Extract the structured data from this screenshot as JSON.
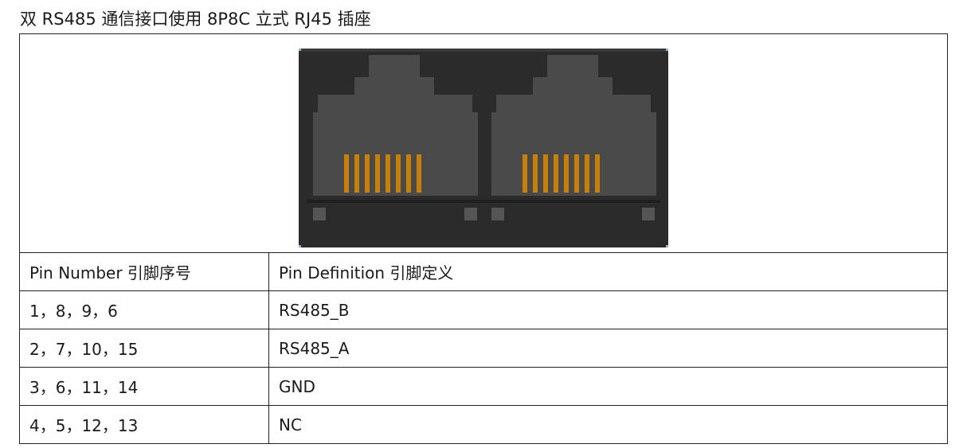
{
  "document": {
    "title": "双 RS485 通信接口使用 8P8C 立式 RJ45 插座"
  },
  "figure": {
    "icon": "rj45-dual-jack-icon",
    "colors": {
      "body": "#2b2b2b",
      "port": "#4a4a4a",
      "contacts": "#c87f0a",
      "slot": "#555555"
    },
    "ports": 2,
    "contacts_per_port": 8
  },
  "table": {
    "headers": [
      "Pin Number 引脚序号",
      "Pin Definition 引脚定义"
    ],
    "rows": [
      {
        "pins": "1，8，9，6",
        "definition": "RS485_B"
      },
      {
        "pins": "2，7，10，15",
        "definition": "RS485_A"
      },
      {
        "pins": "3，6，11，14",
        "definition": "GND"
      },
      {
        "pins": "4，5，12，13",
        "definition": "NC"
      }
    ]
  }
}
